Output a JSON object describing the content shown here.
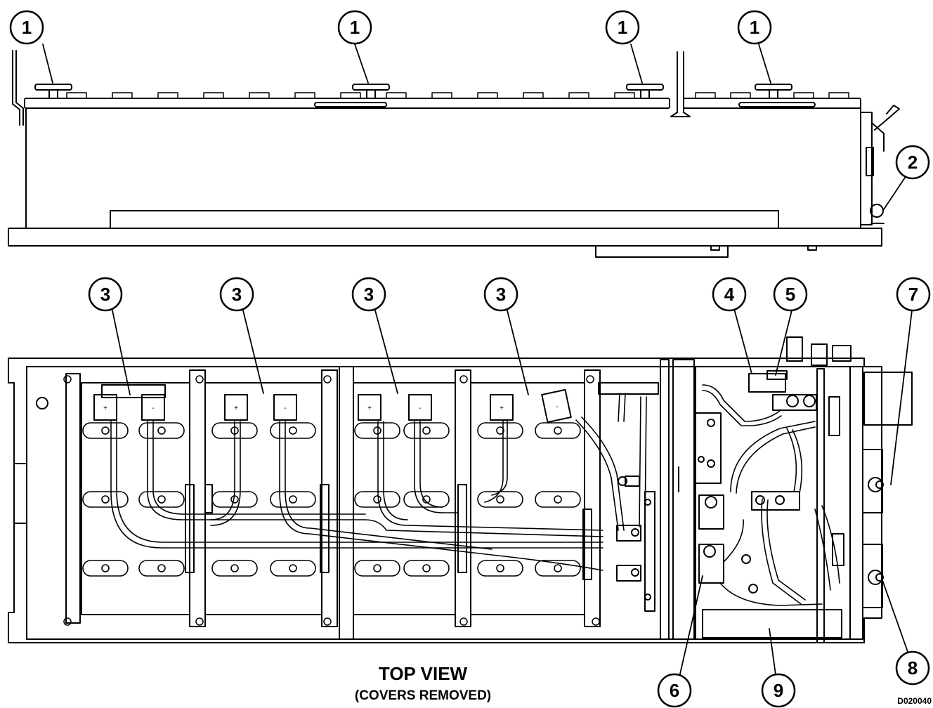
{
  "callouts": [
    {
      "id": "c1a",
      "text": "1"
    },
    {
      "id": "c1b",
      "text": "1"
    },
    {
      "id": "c1c",
      "text": "1"
    },
    {
      "id": "c1d",
      "text": "1"
    },
    {
      "id": "c2",
      "text": "2"
    },
    {
      "id": "c3a",
      "text": "3"
    },
    {
      "id": "c3b",
      "text": "3"
    },
    {
      "id": "c3c",
      "text": "3"
    },
    {
      "id": "c3d",
      "text": "3"
    },
    {
      "id": "c4",
      "text": "4"
    },
    {
      "id": "c5",
      "text": "5"
    },
    {
      "id": "c6",
      "text": "6"
    },
    {
      "id": "c7",
      "text": "7"
    },
    {
      "id": "c8",
      "text": "8"
    },
    {
      "id": "c9",
      "text": "9"
    }
  ],
  "terminal_marks": {
    "positive": "+",
    "negative": "-"
  },
  "view_title": "TOP VIEW",
  "view_subtitle": "(COVERS REMOVED)",
  "drawing_number": "D020040"
}
